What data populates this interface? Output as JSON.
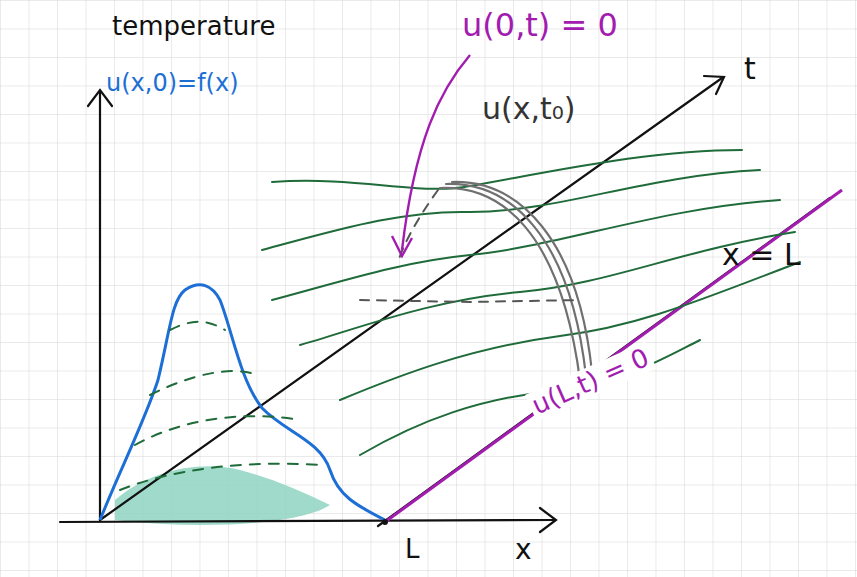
{
  "diagram": {
    "labels": [
      "temperature",
      "u(0,t) = 0",
      "u(x,t₀)",
      "t",
      "u(x,0)=f(x)",
      "x = L",
      "u(L,t) = 0",
      "L",
      "x"
    ]
  }
}
